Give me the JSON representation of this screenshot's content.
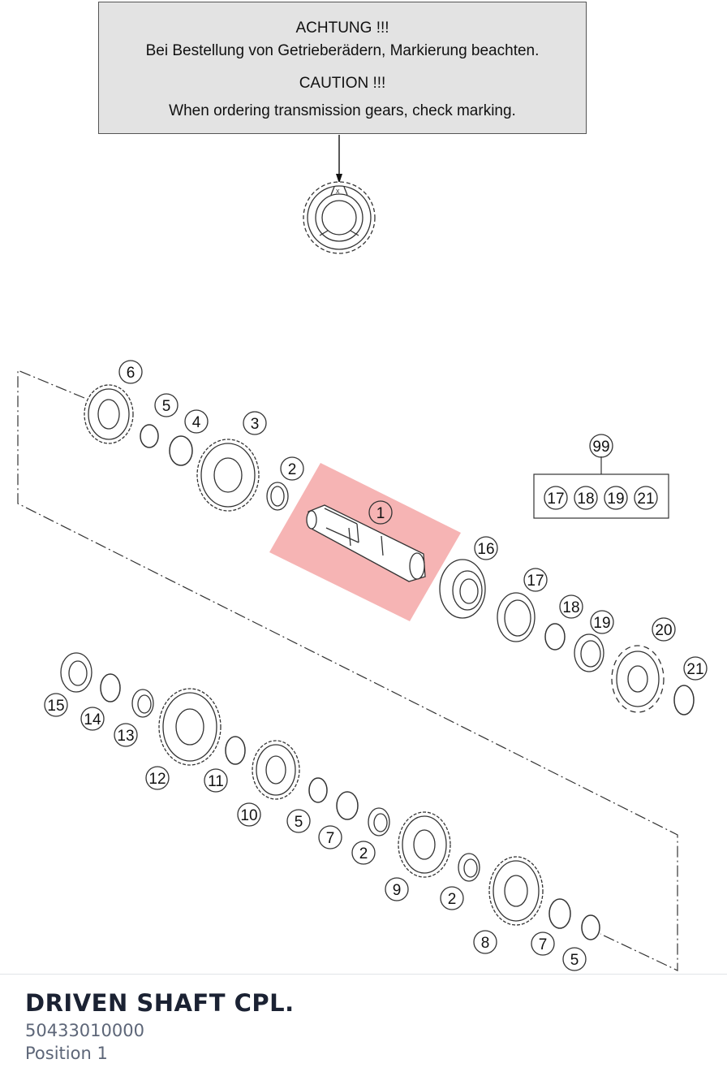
{
  "caution": {
    "de_title": "ACHTUNG !!!",
    "de_text": "Bei Bestellung von Getrieberädern, Markierung beachten.",
    "en_title": "CAUTION !!!",
    "en_text": "When ordering transmission gears, check marking."
  },
  "callouts": {
    "c1": "1",
    "c2a": "2",
    "c2b": "2",
    "c2c": "2",
    "c3": "3",
    "c4": "4",
    "c5a": "5",
    "c5b": "5",
    "c5c": "5",
    "c6": "6",
    "c7a": "7",
    "c7b": "7",
    "c8": "8",
    "c9": "9",
    "c10": "10",
    "c11": "11",
    "c12": "12",
    "c13": "13",
    "c14": "14",
    "c15": "15",
    "c16": "16",
    "c17": "17",
    "c18": "18",
    "c19": "19",
    "c20": "20",
    "c21": "21",
    "c99": "99",
    "k17": "17",
    "k18": "18",
    "k19": "19",
    "k21": "21"
  },
  "highlight": {
    "part": "1",
    "color": "#f4a7a7"
  },
  "footer": {
    "title": "DRIVEN SHAFT CPL.",
    "part_number": "50433010000",
    "position": "Position 1"
  }
}
